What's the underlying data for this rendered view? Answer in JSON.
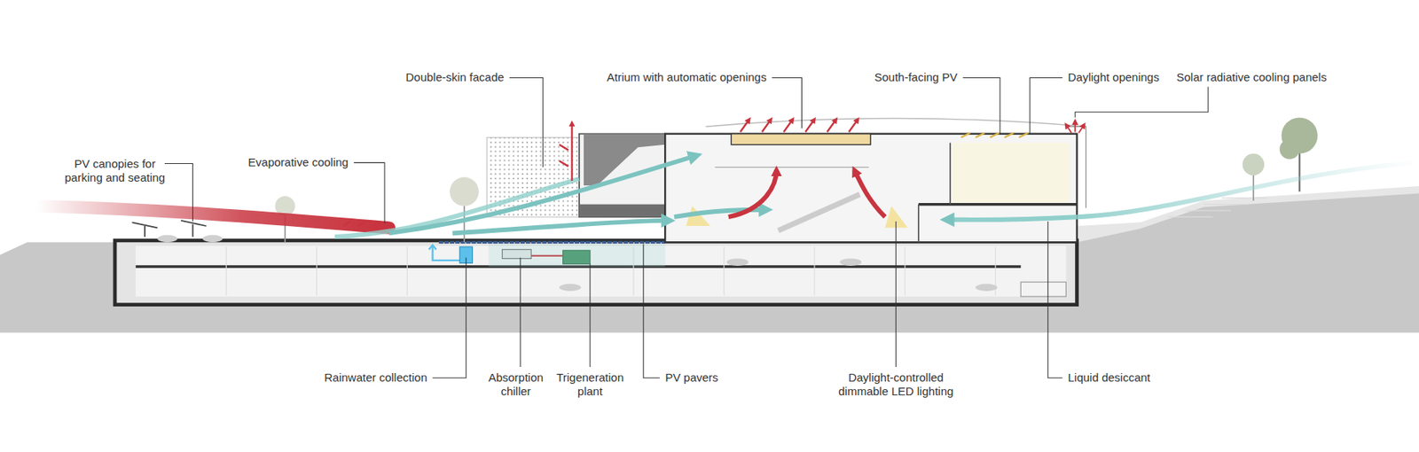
{
  "diagram": {
    "labels": [
      "PV canopies for parking and seating",
      "Evaporative cooling",
      "Double-skin facade",
      "Atrium with automatic openings",
      "South-facing PV",
      "Daylight openings",
      "Solar radiative cooling panels",
      "Rainwater collection",
      "Absorption chiller",
      "Trigeneration plant",
      "PV pavers",
      "Daylight-controlled dimmable LED lighting",
      "Liquid desiccant"
    ]
  }
}
